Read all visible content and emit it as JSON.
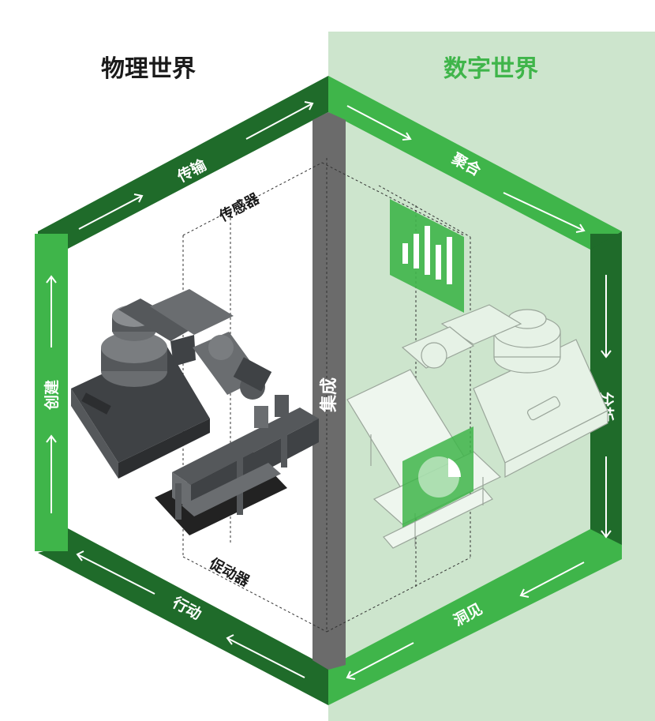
{
  "titles": {
    "physical": "物理世界",
    "digital": "数字世界"
  },
  "edges": {
    "transmit": "传输",
    "aggregate": "聚合",
    "analyze": "分析",
    "insight": "洞见",
    "action": "行动",
    "create": "创建"
  },
  "inner": {
    "sensor": "传感器",
    "actuator": "促动器",
    "integration": "集成"
  },
  "colors": {
    "dark_green": "#1f6b2a",
    "bright_green": "#3fb54a",
    "digital_bg": "#cde5cd",
    "machine_gray": "#55585b",
    "center_bar": "#6b6b6b",
    "title_physical": "#1a1a1a",
    "title_digital": "#3fb54a"
  },
  "icons": [
    "bar-chart-icon",
    "pie-chart-icon",
    "robot-arm-icon",
    "arrow-icon"
  ]
}
